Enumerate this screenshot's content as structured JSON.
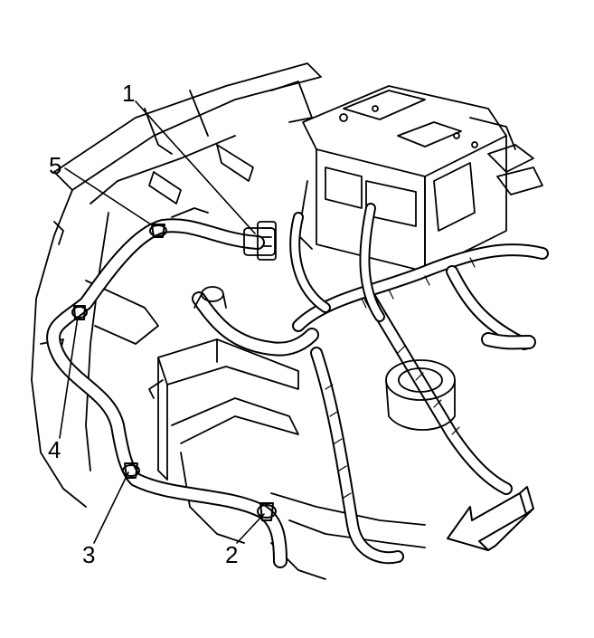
{
  "callouts": {
    "c1": "1",
    "c2": "2",
    "c3": "3",
    "c4": "4",
    "c5": "5"
  },
  "colors": {
    "background": "#ffffff",
    "line": "#000000"
  },
  "icons": {
    "direction_arrow": "forward-direction-arrow-icon"
  }
}
